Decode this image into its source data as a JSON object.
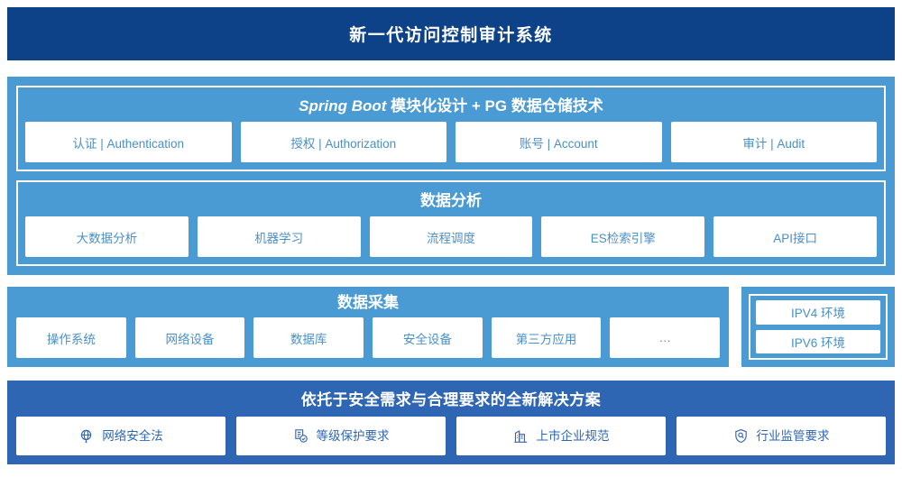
{
  "header": {
    "title": "新一代访问控制审计系统"
  },
  "colors": {
    "header_bg": "#0d4288",
    "panel_blue": "#4a9ad4",
    "panel_blue_dark": "#2f66b3",
    "card_bg": "#ffffff",
    "card_text": "#4a90c8",
    "card_text_dark": "#2f66b3",
    "border_white": "#ffffff"
  },
  "architecture": {
    "platform": {
      "title_latin": "Spring Boot",
      "title_rest": " 模块化设计 + PG 数据仓储技术",
      "modules": [
        {
          "label": "认证 | Authentication"
        },
        {
          "label": "授权 | Authorization"
        },
        {
          "label": "账号 | Account"
        },
        {
          "label": "审计 | Audit"
        }
      ]
    },
    "analysis": {
      "title": "数据分析",
      "modules": [
        {
          "label": "大数据分析"
        },
        {
          "label": "机器学习"
        },
        {
          "label": "流程调度"
        },
        {
          "label": "ES检索引擎"
        },
        {
          "label": "API接口"
        }
      ]
    },
    "collection": {
      "title": "数据采集",
      "modules": [
        {
          "label": "操作系统"
        },
        {
          "label": "网络设备"
        },
        {
          "label": "数据库"
        },
        {
          "label": "安全设备"
        },
        {
          "label": "第三方应用"
        },
        {
          "label": "…"
        }
      ]
    },
    "network": {
      "items": [
        {
          "label": "IPV4 环境"
        },
        {
          "label": "IPV6 环境"
        }
      ]
    },
    "compliance": {
      "title": "依托于安全需求与合理要求的全新解决方案",
      "items": [
        {
          "label": "网络安全法",
          "icon": "globe-icon"
        },
        {
          "label": "等级保护要求",
          "icon": "document-check-icon"
        },
        {
          "label": "上市企业规范",
          "icon": "building-icon"
        },
        {
          "label": "行业监管要求",
          "icon": "shield-search-icon"
        }
      ]
    }
  }
}
